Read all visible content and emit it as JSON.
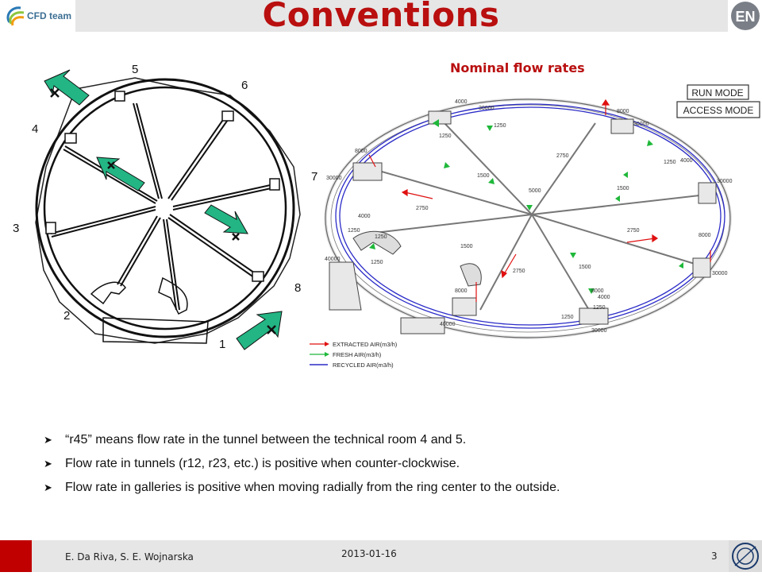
{
  "header": {
    "title": "Conventions",
    "logo_left": "CFD team",
    "logo_right": "EN"
  },
  "subtitle": "Nominal flow rates",
  "left_diagram": {
    "points": [
      "1",
      "2",
      "3",
      "4",
      "5",
      "6",
      "7",
      "8"
    ]
  },
  "right_diagram": {
    "mode_buttons": [
      "RUN MODE",
      "ACCESS MODE"
    ],
    "legend": [
      "EXTRACTED AIR(m3/h)",
      "FRESH AIR(m3/h)",
      "RECYCLED AIR(m3/h)"
    ],
    "point7_label": "7",
    "flow_labels": [
      "4000",
      "30000",
      "1250",
      "8000",
      "30000",
      "8000",
      "30000",
      "1250",
      "2750",
      "1500",
      "5000",
      "1500",
      "2750",
      "4000",
      "30000",
      "1250",
      "4000",
      "1250",
      "2750",
      "1500",
      "8000",
      "30000",
      "40000",
      "1250",
      "8000",
      "2750",
      "1500",
      "40000",
      "8000",
      "4000",
      "1250",
      "1250",
      "30000",
      "1250"
    ]
  },
  "bullets": [
    "“r45” means flow rate in the tunnel between the technical room 4 and 5.",
    "Flow rate in tunnels (r12, r23, etc.) is positive when counter-clockwise.",
    "Flow rate in galleries is positive when moving radially from the ring center to the outside."
  ],
  "footer": {
    "authors": "E. Da Riva, S. E. Wojnarska",
    "date": "2013-01-16",
    "page": "3"
  },
  "colors": {
    "title": "#b90f0f",
    "header_bar": "#e6e6e6",
    "footer_accent": "#c00000",
    "arrow_green": "#23b584",
    "recycled_blue": "#2b2bc8",
    "extracted_red": "#e01010",
    "fresh_green": "#1fb83a"
  }
}
